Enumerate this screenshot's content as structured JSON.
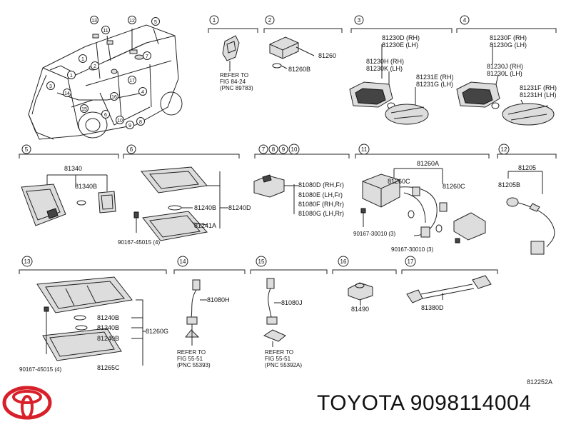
{
  "sections": [
    {
      "id": "s1",
      "no": "1",
      "parts": [
        {
          "name": "refer-note-1",
          "lines": [
            "REFER TO",
            "FIG  84-24",
            "(PNC 89783)"
          ]
        }
      ]
    },
    {
      "id": "s2",
      "no": "2",
      "parts": [
        {
          "code": "81260"
        },
        {
          "code": "81260B"
        }
      ]
    },
    {
      "id": "s3",
      "no": "3",
      "parts": [
        {
          "code": "81230D (RH)"
        },
        {
          "code": "81230E (LH)"
        },
        {
          "code": "81230H (RH)"
        },
        {
          "code": "81230K (LH)"
        },
        {
          "code": "81231E (RH)"
        },
        {
          "code": "81231G (LH)"
        }
      ]
    },
    {
      "id": "s4",
      "no": "4",
      "parts": [
        {
          "code": "81230F (RH)"
        },
        {
          "code": "81230G (LH)"
        },
        {
          "code": "81230J (RH)"
        },
        {
          "code": "81230L (LH)"
        },
        {
          "code": "81231F (RH)"
        },
        {
          "code": "81231H (LH)"
        }
      ]
    },
    {
      "id": "s5",
      "no": "5",
      "parts": [
        {
          "code": "81340"
        },
        {
          "code": "81340B"
        }
      ]
    },
    {
      "id": "s6",
      "no": "6",
      "parts": [
        {
          "code": "81240B"
        },
        {
          "code": "81240D"
        },
        {
          "code": "81241A"
        },
        {
          "code": "90167-45015 (4)"
        }
      ]
    },
    {
      "id": "s7",
      "nos": [
        "7",
        "8",
        "9",
        "10"
      ],
      "parts": [
        {
          "code": "81080D (RH,Fr)"
        },
        {
          "code": "81080E (LH,Fr)"
        },
        {
          "code": "81080F (RH,Rr)"
        },
        {
          "code": "81080G (LH,Rr)"
        }
      ]
    },
    {
      "id": "s11",
      "no": "11",
      "parts": [
        {
          "code": "81260A"
        },
        {
          "code": "81260C"
        },
        {
          "code": "81260C"
        },
        {
          "code": "90167-30010 (3)"
        },
        {
          "code": "90167-30010 (3)"
        }
      ]
    },
    {
      "id": "s12",
      "no": "12",
      "parts": [
        {
          "code": "81205"
        },
        {
          "code": "81205B"
        }
      ]
    },
    {
      "id": "s13",
      "no": "13",
      "parts": [
        {
          "code": "81240B"
        },
        {
          "code": "81240B"
        },
        {
          "code": "81240B"
        },
        {
          "code": "81260G"
        },
        {
          "code": "81265C"
        },
        {
          "code": "90167-45015 (4)"
        }
      ]
    },
    {
      "id": "s14",
      "no": "14",
      "parts": [
        {
          "code": "81080H"
        },
        {
          "name": "refer-note-14",
          "lines": [
            "REFER TO",
            "FIG  55-51",
            "(PNC 55393)"
          ]
        }
      ]
    },
    {
      "id": "s15",
      "no": "15",
      "parts": [
        {
          "code": "81080J"
        },
        {
          "name": "refer-note-15",
          "lines": [
            "REFER TO",
            "FIG  55-51",
            "(PNC 55392A)"
          ]
        }
      ]
    },
    {
      "id": "s16",
      "no": "16",
      "parts": [
        {
          "code": "81490"
        }
      ]
    },
    {
      "id": "s17",
      "no": "17",
      "parts": [
        {
          "code": "81380D"
        }
      ]
    }
  ],
  "vehicle_callouts": [
    "13",
    "11",
    "12",
    "5",
    "7",
    "1",
    "1",
    "2",
    "3",
    "14",
    "15",
    "16",
    "17",
    "4",
    "6",
    "10",
    "9",
    "8"
  ],
  "diagram_code": "812252A",
  "brand": {
    "name": "TOYOTA",
    "part_number": "9098114004",
    "logo_color": "#d8202a"
  }
}
